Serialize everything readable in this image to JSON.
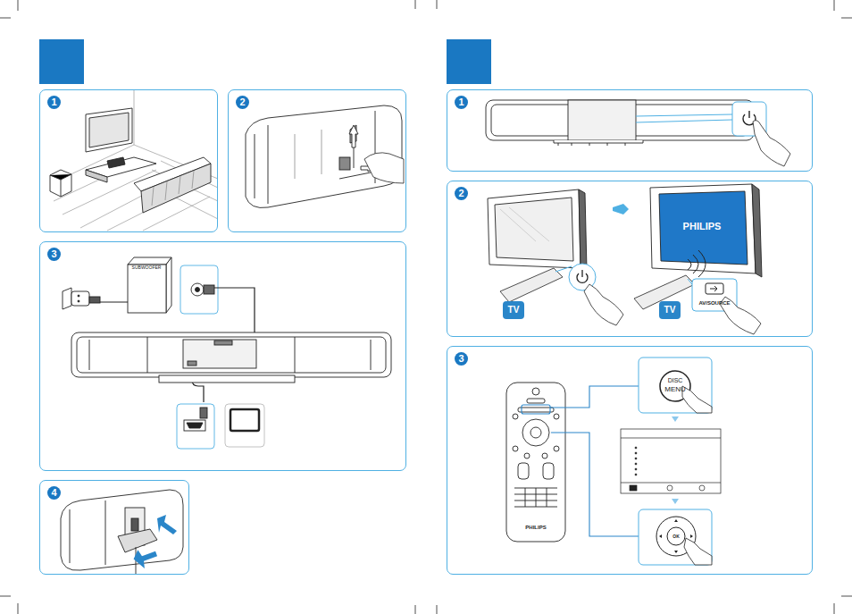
{
  "diagram": {
    "nodes": [
      {
        "text": [
          "1"
        ]
      },
      {
        "text": [
          "2"
        ]
      },
      {
        "text": [
          "3"
        ]
      },
      {
        "text": [
          "4"
        ]
      },
      {
        "text": [
          "1"
        ]
      },
      {
        "text": [
          "2"
        ]
      },
      {
        "text": [
          "3"
        ]
      }
    ],
    "labels": [
      "SUBWOOFER",
      "TV",
      "PHILIPS",
      "TV",
      "AV/SOURCE",
      "DISC",
      "MENU",
      "OK",
      "PHILIPS"
    ]
  }
}
